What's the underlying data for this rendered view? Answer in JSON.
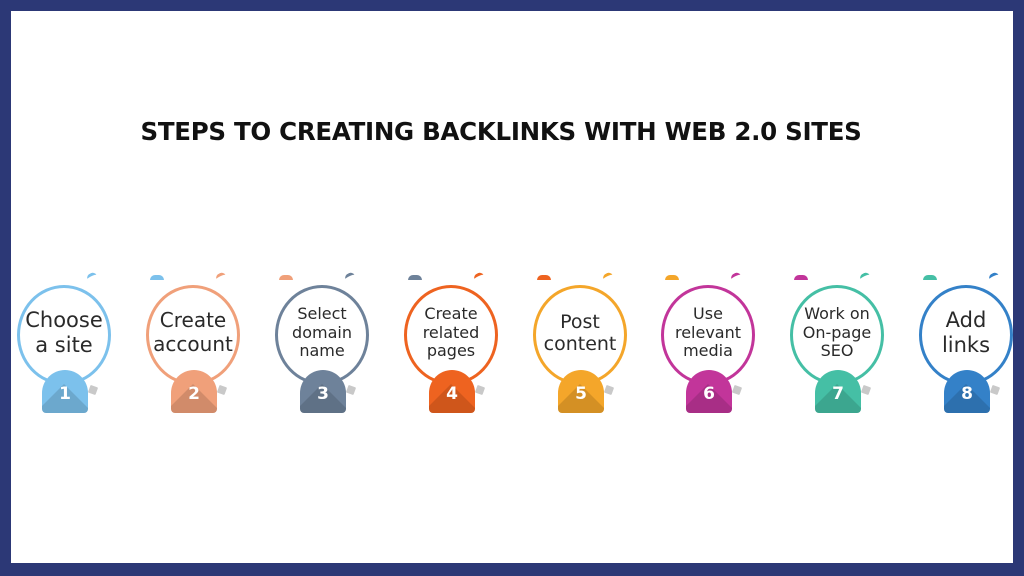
{
  "title": "STEPS TO CREATING BACKLINKS WITH WEB 2.0 SITES",
  "colors": {
    "frame": "#2c3876",
    "background": "#ffffff"
  },
  "steps": [
    {
      "number": "1",
      "lines": [
        "Choose",
        "a site"
      ],
      "color": "#7cc1ec",
      "font_size": 21
    },
    {
      "number": "2",
      "lines": [
        "Create",
        "account"
      ],
      "color": "#f0a07a",
      "font_size": 20
    },
    {
      "number": "3",
      "lines": [
        "Select",
        "domain",
        "name"
      ],
      "color": "#6e829a",
      "font_size": 16
    },
    {
      "number": "4",
      "lines": [
        "Create",
        "related",
        "pages"
      ],
      "color": "#ee6320",
      "font_size": 16
    },
    {
      "number": "5",
      "lines": [
        "Post",
        "content"
      ],
      "color": "#f4a62a",
      "font_size": 19
    },
    {
      "number": "6",
      "lines": [
        "Use",
        "relevant",
        "media"
      ],
      "color": "#c2359a",
      "font_size": 16
    },
    {
      "number": "7",
      "lines": [
        "Work on",
        "On-page",
        "SEO"
      ],
      "color": "#45bfa5",
      "font_size": 16
    },
    {
      "number": "8",
      "lines": [
        "Add",
        "links"
      ],
      "color": "#3481c8",
      "font_size": 21
    }
  ]
}
